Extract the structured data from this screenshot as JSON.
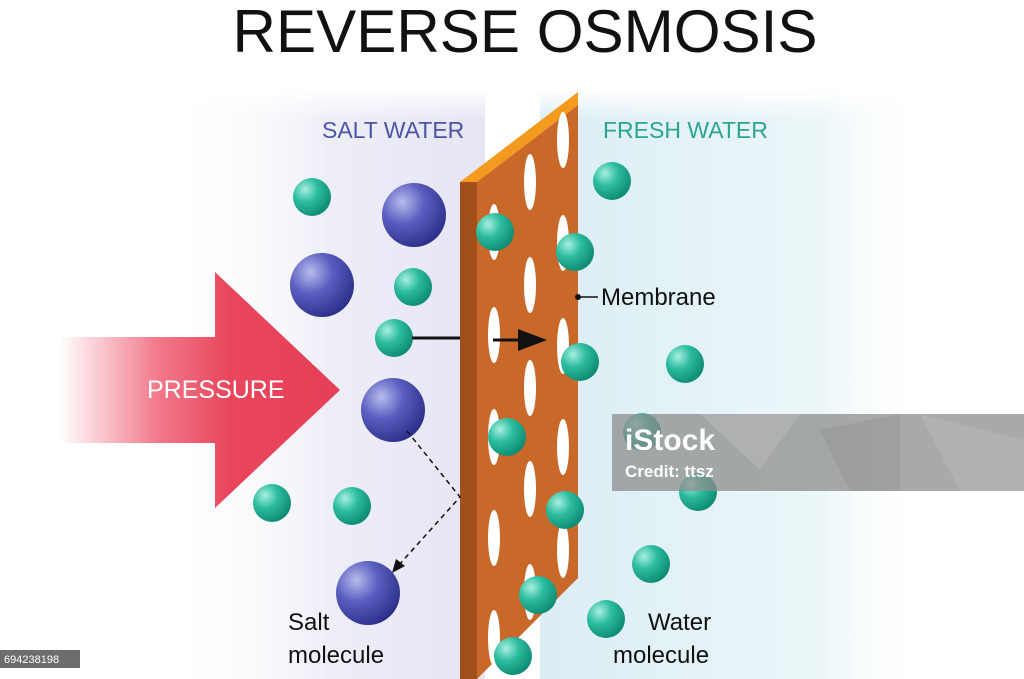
{
  "title": "REVERSE OSMOSIS",
  "regions": {
    "salt_water": "SALT WATER",
    "fresh_water": "FRESH WATER"
  },
  "labels": {
    "pressure": "PRESSURE",
    "membrane": "Membrane",
    "salt_molecule_line1": "Salt",
    "salt_molecule_line2": "molecule",
    "water_molecule_line1": "Water",
    "water_molecule_line2": "molecule"
  },
  "watermark": {
    "brand": "iStock",
    "credit": "Credit: ttsz"
  },
  "image_id": "694238198",
  "colors": {
    "salt_label": "#4b55a8",
    "fresh_label": "#2aa592",
    "salt_molecule": "#3a3d9e",
    "water_molecule": "#1aa88f",
    "membrane_face": "#c8692a",
    "membrane_top": "#f39a1f",
    "membrane_side": "#a24f1c",
    "pressure_arrow": "#e8465c"
  }
}
